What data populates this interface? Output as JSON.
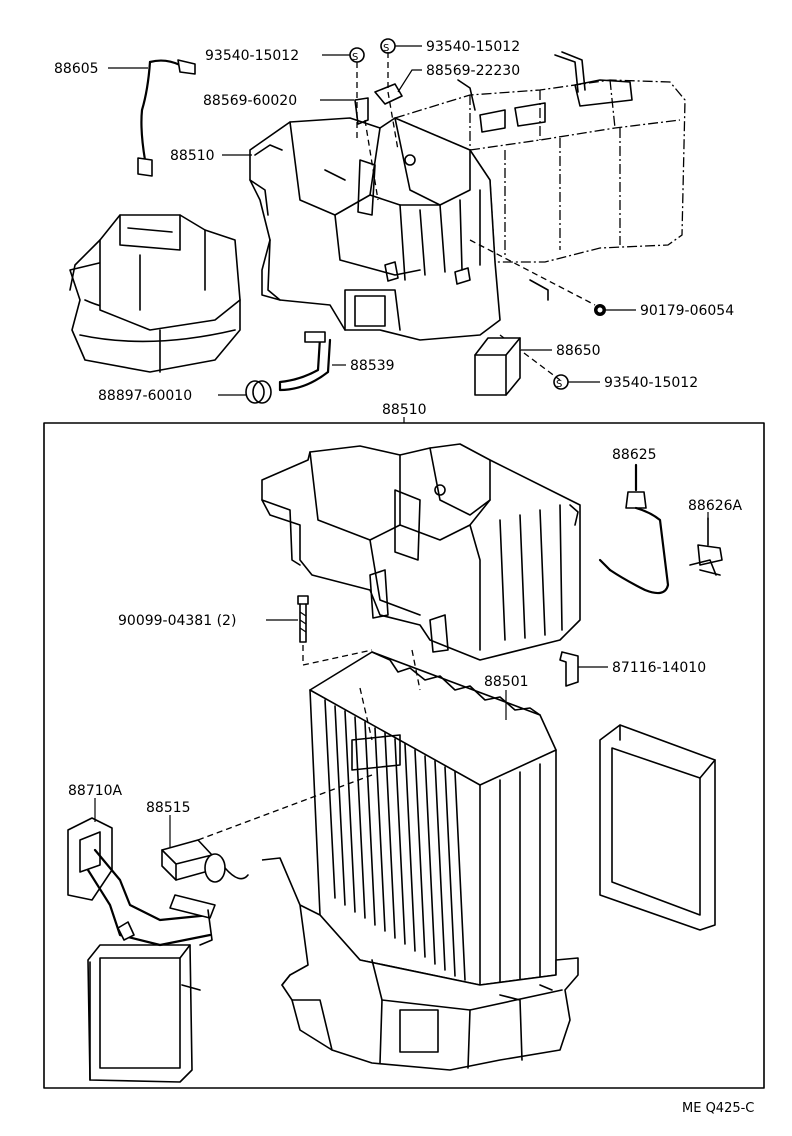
{
  "labels": {
    "l88605": "88605",
    "l93540_a": "93540-15012",
    "l93540_b": "93540-15012",
    "l88569_22230": "88569-22230",
    "l88569_60020": "88569-60020",
    "l88510_top": "88510",
    "l90179": "90179-06054",
    "l88650": "88650",
    "l88539": "88539",
    "l93540_c": "93540-15012",
    "l88897": "88897-60010",
    "l88510_box": "88510",
    "l88625": "88625",
    "l88626A": "88626A",
    "l90099": "90099-04381 (2)",
    "l87116": "87116-14010",
    "l88501": "88501",
    "l88710A": "88710A",
    "l88515": "88515"
  },
  "symbol_letter": "S",
  "figure_code": "ME Q425-C"
}
